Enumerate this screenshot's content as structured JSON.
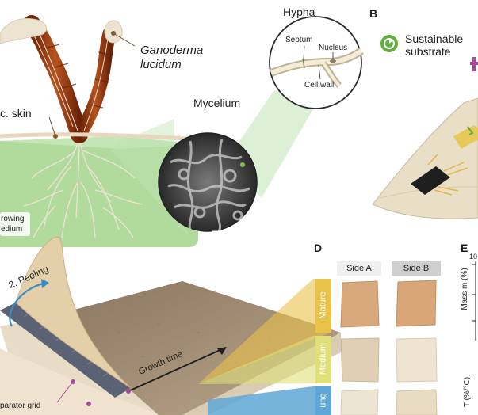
{
  "panels": {
    "b": "B",
    "d": "D",
    "e": "E"
  },
  "panel_a": {
    "species_line1": "Ganoderma",
    "species_line2": "lucidum",
    "hypha": "Hypha",
    "septum": "Septum",
    "nucleus": "Nucleus",
    "cell_wall": "Cell wall",
    "mycelium": "Mycelium",
    "skin": "c. skin",
    "growing_line1": "rowing",
    "growing_line2": "edium"
  },
  "panel_b": {
    "line1": "Sustainable",
    "line2": "substrate"
  },
  "panel_c": {
    "peeling": "2. Peeling",
    "growth_time": "Growth time",
    "separator": "parator grid"
  },
  "panel_d": {
    "side_a": "Side A",
    "side_b": "Side B",
    "rows": [
      "Mature",
      "Medium",
      "ung"
    ]
  },
  "panel_e": {
    "tick_top": "10",
    "ylabel_top": "Mass m (%)",
    "ylabel_bottom": "T (%/°C)"
  },
  "colors": {
    "medium_green": "#9fd28a",
    "fruiting_body": "#9a3c12",
    "mature_band": "#e9c24a",
    "medium_band": "#dfe07a",
    "young_band": "#5fa7d6",
    "accent_green": "#5fae3e",
    "accent_purple": "#a64aa0"
  }
}
